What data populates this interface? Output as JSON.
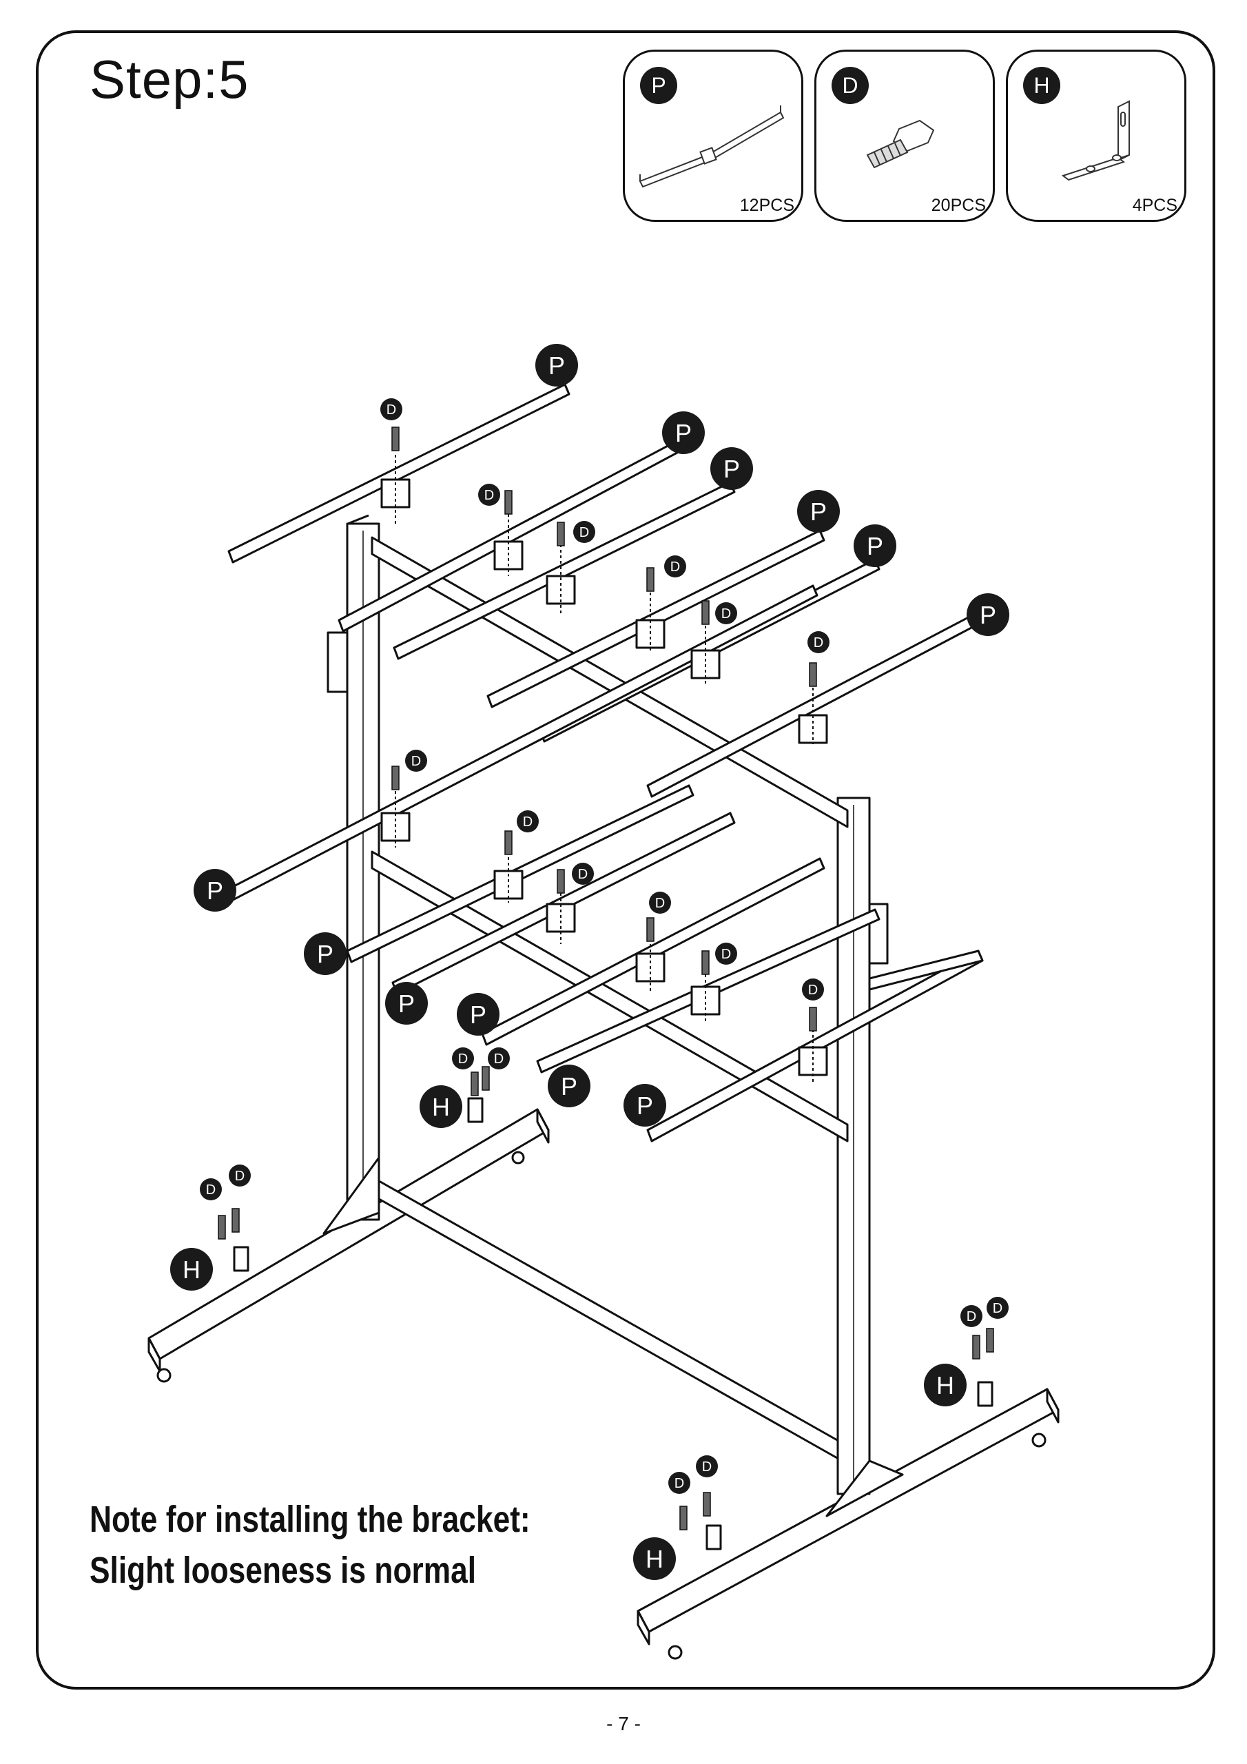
{
  "step_title": "Step:5",
  "parts": [
    {
      "letter": "P",
      "quantity": "12PCS",
      "part_icon": "hanger-arm-icon"
    },
    {
      "letter": "D",
      "quantity": "20PCS",
      "part_icon": "bolt-icon"
    },
    {
      "letter": "H",
      "quantity": "4PCS",
      "part_icon": "l-bracket-icon"
    }
  ],
  "callout_labels": {
    "arm": "P",
    "bolt": "D",
    "bracket": "H"
  },
  "note": {
    "line1": "Note for installing the bracket:",
    "line2": "Slight looseness is normal"
  },
  "page_number": "- 7 -",
  "colors": {
    "ink": "#111111",
    "badge": "#1a1a1a",
    "paper": "#ffffff"
  }
}
